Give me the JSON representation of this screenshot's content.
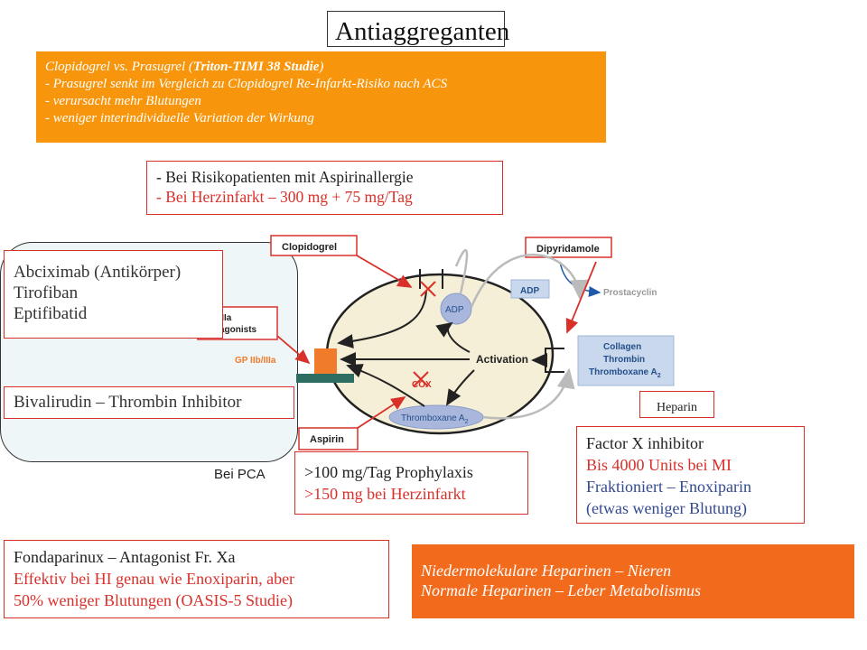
{
  "title": "Antiaggreganten",
  "top_note": {
    "line1_prefix": "Clopidogrel vs. Prasugrel (",
    "line1_bold": "Triton-TIMI 38 Studie",
    "line1_suffix": ")",
    "line2": "- Prasugrel senkt im Vergleich zu Clopidogrel Re-Infarkt-Risiko nach ACS",
    "line3": "- verursacht mehr Blutungen",
    "line4": "- weniger interindividuelle Variation der Wirkung"
  },
  "risk_box": {
    "line1": "- Bei Risikopatienten mit Aspirinallergie",
    "line2": "- Bei Herzinfarkt – 300 mg + 75 mg/Tag"
  },
  "gp_box": {
    "line1": "Abciximab (Antikörper)",
    "line2": "Tirofiban",
    "line3": "Eptifibatid"
  },
  "bivalirudin": "Bivalirudin – Thrombin Inhibitor",
  "bei_pca": "Bei PCA",
  "prophylaxis_box": {
    "line1": ">100 mg/Tag Prophylaxis",
    "line2": ">150 mg bei Herzinfarkt"
  },
  "heparin_label": "Heparin",
  "factor_box": {
    "line1": "Factor X inhibitor",
    "line2": "Bis 4000 Units bei MI",
    "line3": "Fraktioniert – Enoxiparin",
    "line4": "(etwas weniger Blutung)"
  },
  "fonda_box": {
    "line1": "Fondaparinux – Antagonist Fr. Xa",
    "line2": "Effektiv bei HI genau wie Enoxiparin, aber",
    "line3": "50% weniger Blutungen (OASIS-5 Studie)"
  },
  "bottom_note": {
    "line1": "Niedermolekulare Heparinen – Nieren",
    "line2": "Normale Heparinen – Leber Metabolismus"
  },
  "diagram": {
    "clopidogrel": "Clopidogrel",
    "dipyridamole": "Dipyridamole",
    "adp_box": "ADP",
    "prostacyclin": "Prostacyclin",
    "gp_antagonists_1": "IIb/IIIa",
    "gp_antagonists_2": "antagonists",
    "gp_receptor": "GP IIb/IIIa",
    "adp_circle": "ADP",
    "activation": "Activation",
    "cox": "COX",
    "thromboxane": "Thromboxane A",
    "thromboxane_sub": "2",
    "aspirin": "Aspirin",
    "agonists_1": "Collagen",
    "agonists_2": "Thrombin",
    "agonists_3": "Thromboxane A",
    "agonists_3_sub": "2"
  },
  "colors": {
    "orange_top": "#f7960c",
    "orange_bottom": "#f26a1b",
    "red": "#d9302a",
    "blue_text": "#334a8e",
    "platelet_fill": "#f4efd6",
    "receptor": "#f07b2a",
    "membrane": "#2c6e62"
  }
}
